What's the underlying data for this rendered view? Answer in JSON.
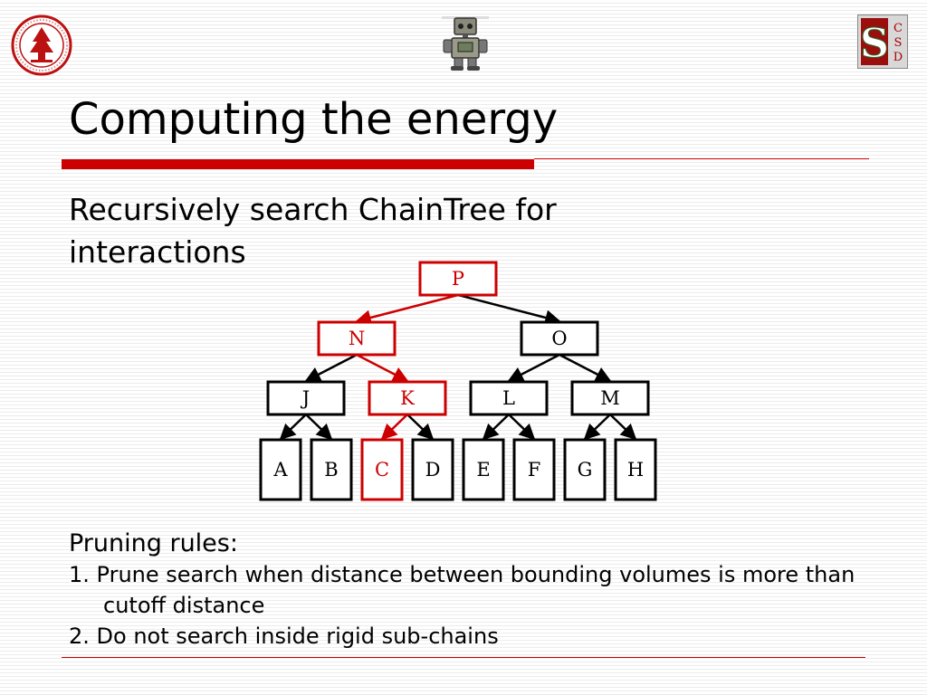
{
  "slide": {
    "title": "Computing the energy",
    "subtitle": "Recursively search ChainTree for interactions",
    "pruning_heading": "Pruning rules:",
    "rules": [
      "1. Prune search when distance between bounding volumes is more than cutoff distance",
      "2. Do not search inside rigid sub-chains"
    ]
  },
  "logos": {
    "stanford_seal_icon": "stanford-seal",
    "robot_icon": "robot",
    "csd_logo_icon": "stanford-csd",
    "csd_letters": [
      "C",
      "S",
      "D"
    ]
  },
  "colors": {
    "accent_red": "#cc0000",
    "node_black": "#000000"
  },
  "tree": {
    "root": "P",
    "nodes": [
      {
        "id": "P",
        "label": "P",
        "level": 0,
        "highlighted": true
      },
      {
        "id": "N",
        "label": "N",
        "level": 1,
        "highlighted": true
      },
      {
        "id": "O",
        "label": "O",
        "level": 1,
        "highlighted": false
      },
      {
        "id": "J",
        "label": "J",
        "level": 2,
        "highlighted": false
      },
      {
        "id": "K",
        "label": "K",
        "level": 2,
        "highlighted": true
      },
      {
        "id": "L",
        "label": "L",
        "level": 2,
        "highlighted": false
      },
      {
        "id": "M",
        "label": "M",
        "level": 2,
        "highlighted": false
      },
      {
        "id": "A",
        "label": "A",
        "level": 3,
        "highlighted": false
      },
      {
        "id": "B",
        "label": "B",
        "level": 3,
        "highlighted": false
      },
      {
        "id": "C",
        "label": "C",
        "level": 3,
        "highlighted": true
      },
      {
        "id": "D",
        "label": "D",
        "level": 3,
        "highlighted": false
      },
      {
        "id": "E",
        "label": "E",
        "level": 3,
        "highlighted": false
      },
      {
        "id": "F",
        "label": "F",
        "level": 3,
        "highlighted": false
      },
      {
        "id": "G",
        "label": "G",
        "level": 3,
        "highlighted": false
      },
      {
        "id": "H",
        "label": "H",
        "level": 3,
        "highlighted": false
      }
    ],
    "edges": [
      {
        "from": "P",
        "to": "N",
        "highlighted": true
      },
      {
        "from": "P",
        "to": "O",
        "highlighted": false
      },
      {
        "from": "N",
        "to": "J",
        "highlighted": false
      },
      {
        "from": "N",
        "to": "K",
        "highlighted": true
      },
      {
        "from": "O",
        "to": "L",
        "highlighted": false
      },
      {
        "from": "O",
        "to": "M",
        "highlighted": false
      },
      {
        "from": "J",
        "to": "A",
        "highlighted": false
      },
      {
        "from": "J",
        "to": "B",
        "highlighted": false
      },
      {
        "from": "K",
        "to": "C",
        "highlighted": true
      },
      {
        "from": "K",
        "to": "D",
        "highlighted": false
      },
      {
        "from": "L",
        "to": "E",
        "highlighted": false
      },
      {
        "from": "L",
        "to": "F",
        "highlighted": false
      },
      {
        "from": "M",
        "to": "G",
        "highlighted": false
      },
      {
        "from": "M",
        "to": "H",
        "highlighted": false
      }
    ]
  }
}
